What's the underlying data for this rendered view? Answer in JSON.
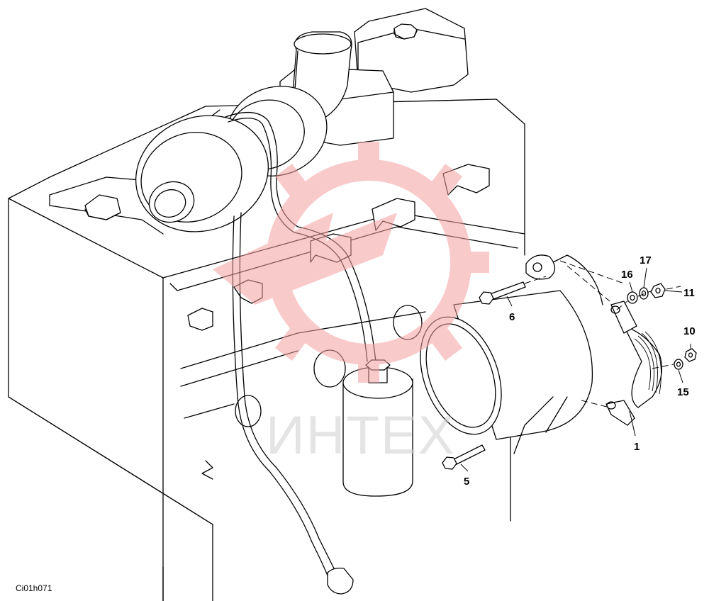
{
  "diagram": {
    "drawing_code": "Ci01h071",
    "watermark_text": "ИНТЕХ",
    "watermark_color": "#f5a0a0",
    "callouts": [
      {
        "id": "c1",
        "label": "1"
      },
      {
        "id": "c5",
        "label": "5"
      },
      {
        "id": "c6",
        "label": "6"
      },
      {
        "id": "c10",
        "label": "10"
      },
      {
        "id": "c11",
        "label": "11"
      },
      {
        "id": "c15",
        "label": "15"
      },
      {
        "id": "c16",
        "label": "16"
      },
      {
        "id": "c17",
        "label": "17"
      }
    ]
  }
}
